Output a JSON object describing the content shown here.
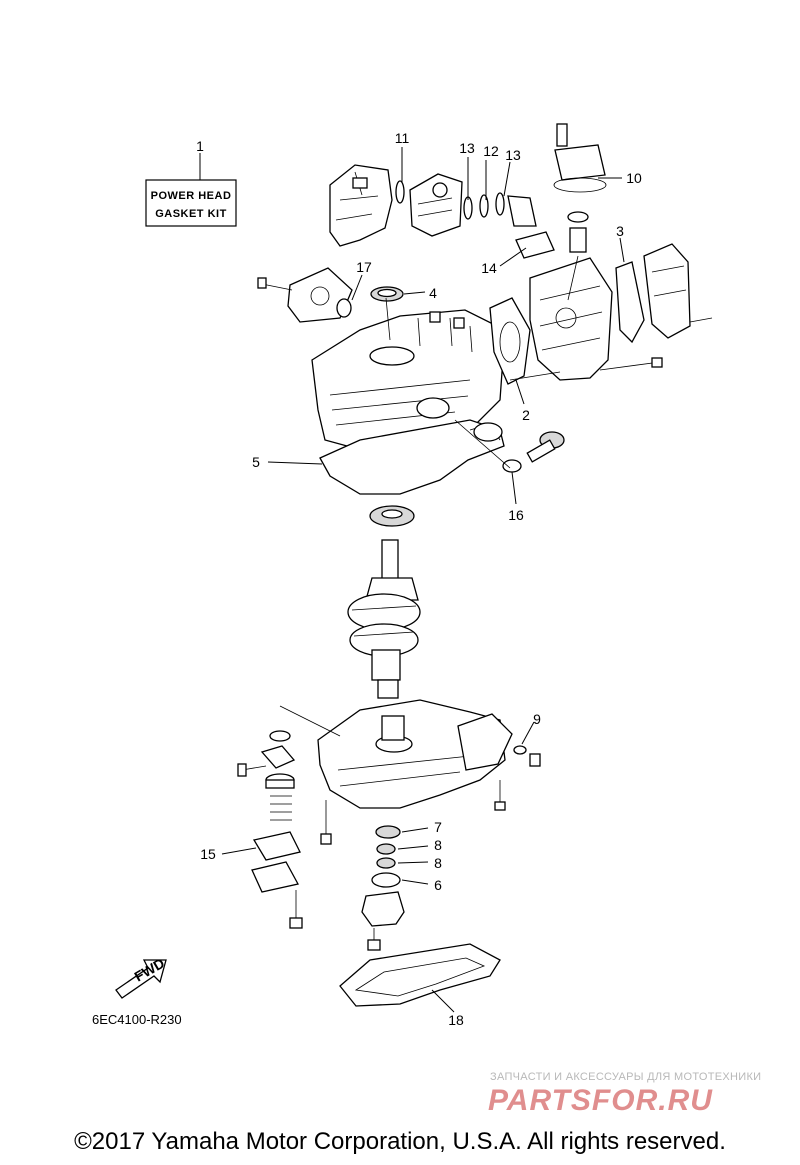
{
  "kit_box": {
    "line1": "POWER HEAD",
    "line2": "GASKET KIT"
  },
  "callouts": {
    "c1": "1",
    "c2": "2",
    "c3": "3",
    "c4": "4",
    "c5": "5",
    "c6": "6",
    "c7": "7",
    "c8a": "8",
    "c8b": "8",
    "c9": "9",
    "c10": "10",
    "c11": "11",
    "c12": "12",
    "c13a": "13",
    "c13b": "13",
    "c14": "14",
    "c15": "15",
    "c16": "16",
    "c17": "17",
    "c18": "18"
  },
  "fwd_label": "FWD",
  "diagram_code": "6EC4100-R230",
  "watermark": {
    "tagline": "ЗАПЧАСТИ И АКСЕССУАРЫ ДЛЯ МОТОТЕХНИКИ",
    "logo": "PARTSFOR.RU"
  },
  "copyright": "©2017 Yamaha Motor Corporation, U.S.A. All rights reserved."
}
